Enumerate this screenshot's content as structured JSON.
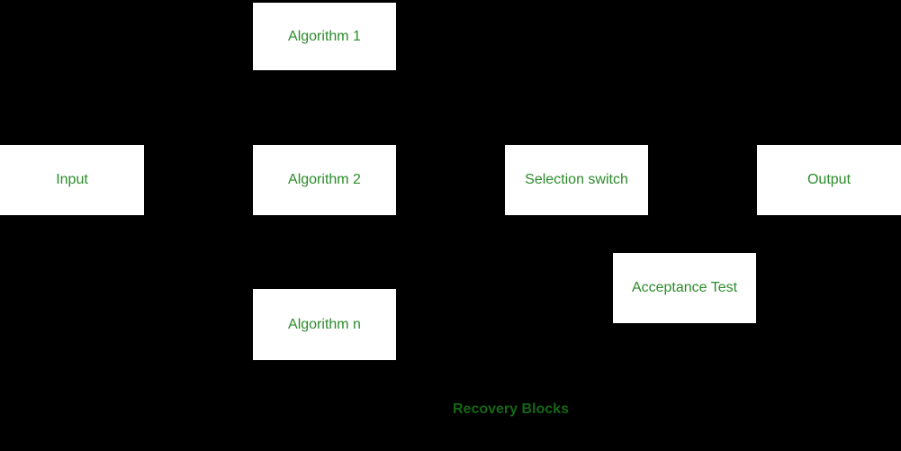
{
  "diagram": {
    "caption": "Recovery Blocks",
    "nodes": {
      "input": {
        "label": "Input"
      },
      "algorithm1": {
        "label": "Algorithm 1"
      },
      "algorithm2": {
        "label": "Algorithm 2"
      },
      "algorithmN": {
        "label": "Algorithm n"
      },
      "selectionSwitch": {
        "label": "Selection switch"
      },
      "acceptanceTest": {
        "label": "Acceptance Test"
      },
      "output": {
        "label": "Output"
      }
    },
    "colors": {
      "background": "#000000",
      "node_fill": "#ffffff",
      "node_label": "#2a8b2a",
      "caption_text": "#156615"
    }
  }
}
